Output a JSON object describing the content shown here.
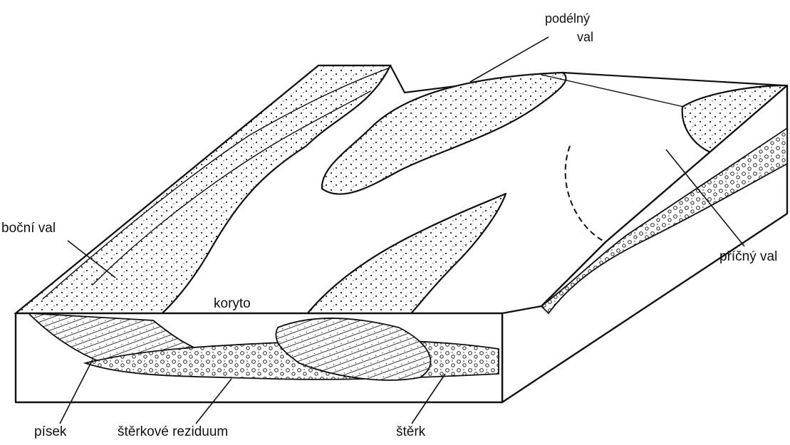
{
  "labels": {
    "podelny_val_line1": "podélný",
    "podelny_val_line2": "val",
    "bocni_val": "boční val",
    "koryto": "koryto",
    "pricny_val": "příčný val",
    "pisek": "písek",
    "sterkove_reziduum": "štěrkové reziduum",
    "sterk": "štěrk"
  }
}
